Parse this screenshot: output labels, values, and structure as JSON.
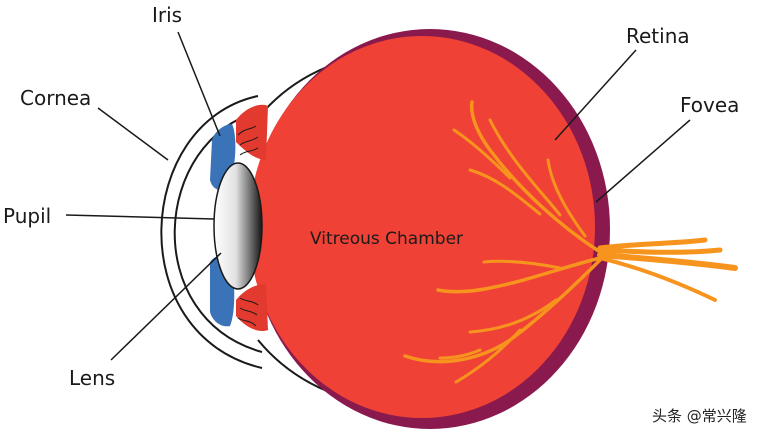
{
  "labels": {
    "iris": "Iris",
    "cornea": "Cornea",
    "pupil": "Pupil",
    "lens": "Lens",
    "retina": "Retina",
    "fovea": "Fovea",
    "vitreous_chamber": "Vitreous Chamber"
  },
  "watermark": "头条 @常兴隆",
  "colors": {
    "vitreous": "#ef4136",
    "retina_layer": "#8a1a4d",
    "iris": "#3a73b8",
    "nerve": "#f7941d",
    "outline": "#1a1a1a"
  }
}
